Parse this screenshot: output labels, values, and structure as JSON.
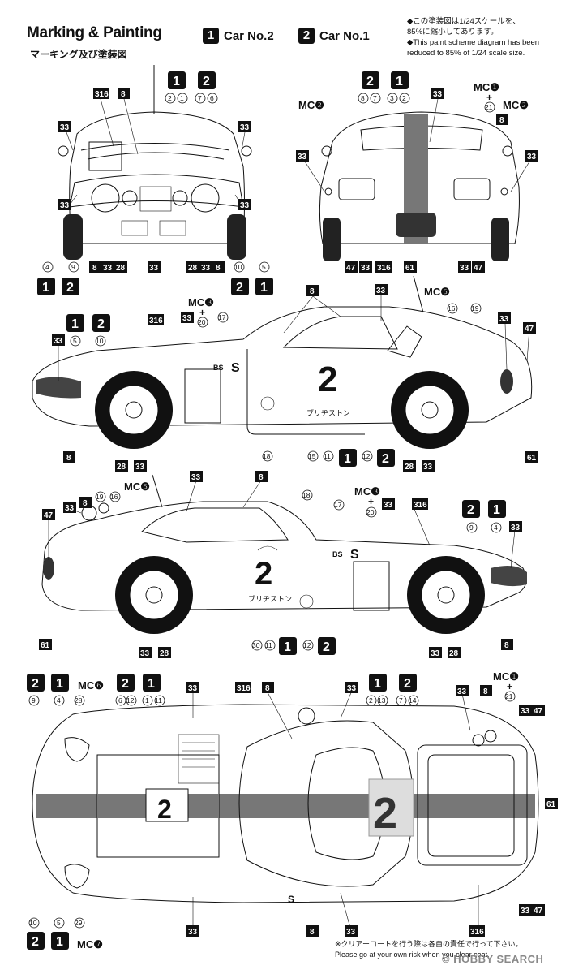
{
  "header": {
    "title": "Marking & Painting",
    "subtitle": "マーキング及び塗装図",
    "car_keys": [
      {
        "num": "1",
        "label": "Car No.2"
      },
      {
        "num": "2",
        "label": "Car No.1"
      }
    ],
    "note": [
      "◆この塗装図は1/24スケールを、",
      "85%に縮小してあります。",
      "◆This paint scheme diagram has been",
      "reduced to 85% of 1/24 scale size."
    ]
  },
  "car_decals": {
    "race_number": "2",
    "sponsor_text": "ブリヂストン",
    "s_mark": "S",
    "bs_mark": "BS"
  },
  "footer": {
    "note_jp": "※クリアーコートを行う際は各自の責任で行って下さい。",
    "note_en": "Please go at your own risk when you clear coat.",
    "watermark": "© HOBBY SEARCH"
  },
  "icons": {
    "car_key_number": "car-number-badge-icon",
    "decal_callout": "decal-number-badge-icon"
  }
}
